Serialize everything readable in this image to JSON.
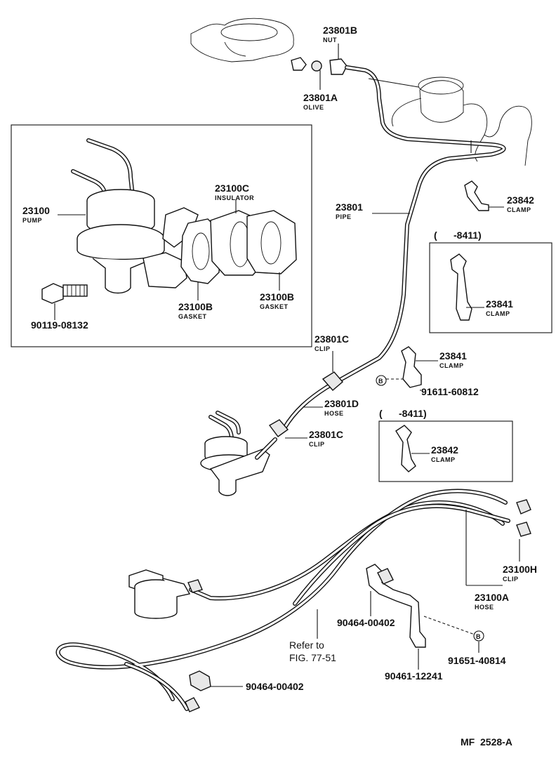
{
  "labels": {
    "nut": {
      "part": "23801B",
      "name": "NUT"
    },
    "olive": {
      "part": "23801A",
      "name": "OLIVE"
    },
    "pump": {
      "part": "23100",
      "name": "PUMP"
    },
    "insulator": {
      "part": "23100C",
      "name": "INSULATOR"
    },
    "gasket_a": {
      "part": "23100B",
      "name": "GASKET"
    },
    "gasket_b": {
      "part": "23100B",
      "name": "GASKET"
    },
    "bolt": {
      "part": "90119-08132"
    },
    "pipe": {
      "part": "23801",
      "name": "PIPE"
    },
    "clamp_top": {
      "part": "23842",
      "name": "CLAMP"
    },
    "clamp_box1": {
      "part": "23841",
      "name": "CLAMP"
    },
    "clip_top": {
      "part": "23801C",
      "name": "CLIP"
    },
    "clamp_mid": {
      "part": "23841",
      "name": "CLAMP"
    },
    "bolt_mid": {
      "part": "91611-60812"
    },
    "hose_mid": {
      "part": "23801D",
      "name": "HOSE"
    },
    "clip_low": {
      "part": "23801C",
      "name": "CLIP"
    },
    "clamp_box2": {
      "part": "23842",
      "name": "CLAMP"
    },
    "clip_h": {
      "part": "23100H",
      "name": "CLIP"
    },
    "hose_a": {
      "part": "23100A",
      "name": "HOSE"
    },
    "clip_90464_a": {
      "part": "90464-00402"
    },
    "clip_90464_b": {
      "part": "90464-00402"
    },
    "bolt_low": {
      "part": "91651-40814"
    },
    "bracket_low": {
      "part": "90461-12241"
    }
  },
  "box1_range": "(      -8411)",
  "box2_range": "(      -8411)",
  "bolt_symbol": "B",
  "refer_to": {
    "line1": "Refer to",
    "line2": "FIG. 77-51"
  },
  "figure_code": "MF  2528-A"
}
